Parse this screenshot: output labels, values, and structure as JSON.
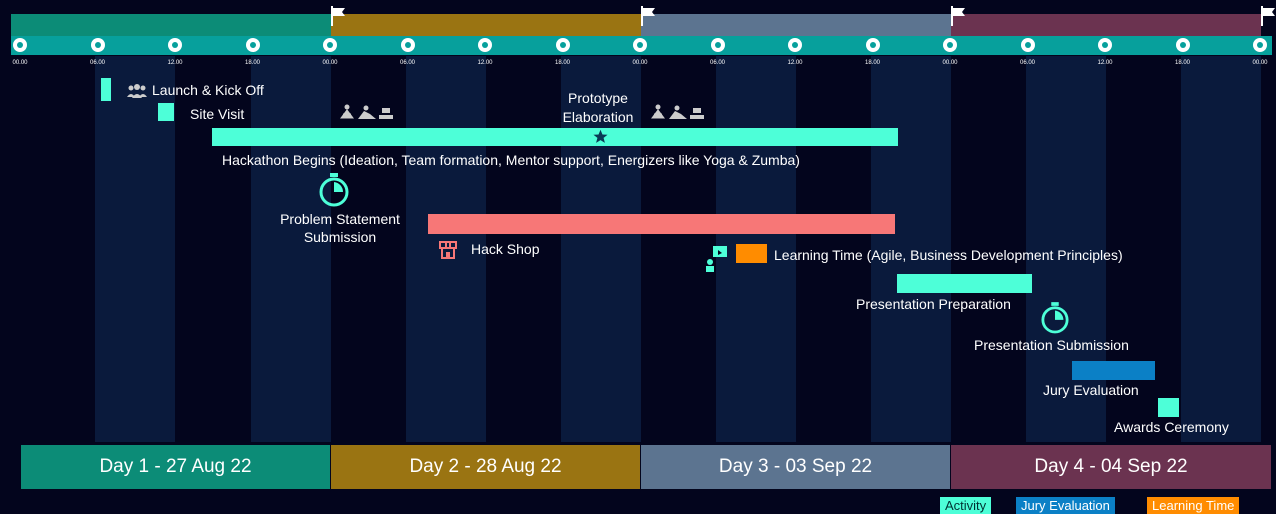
{
  "colors": {
    "background": "#03051d",
    "activity": "#4dffd8",
    "jury": "#0b80c6",
    "learning": "#ff8c00",
    "hackshop": "#f77777",
    "day1": "#0c8c77",
    "day2": "#9a7412",
    "day3": "#5c7490",
    "day4": "#6b3350"
  },
  "time_ticks": [
    "00.00",
    "06.00",
    "12.00",
    "18.00",
    "00.00",
    "06.00",
    "12.00",
    "18.00",
    "00.00",
    "06.00",
    "12.00",
    "18.00",
    "00.00",
    "06.00",
    "12.00",
    "18.00",
    "00.00"
  ],
  "events": {
    "launch": "Launch & Kick Off",
    "site_visit": "Site Visit",
    "prototype": "Prototype\nElaboration",
    "hackathon": "Hackathon Begins (Ideation, Team formation, Mentor support, Energizers like Yoga & Zumba)",
    "problem_statement": "Problem Statement\nSubmission",
    "hack_shop": "Hack Shop",
    "learning_time": "Learning Time (Agile, Business Development Principles)",
    "presentation_prep": "Presentation Preparation",
    "presentation_sub": "Presentation Submission",
    "jury_eval": "Jury Evaluation",
    "awards": "Awards Ceremony"
  },
  "days": [
    "Day 1 - 27 Aug 22",
    "Day 2 - 28 Aug 22",
    "Day 3 - 03 Sep 22",
    "Day 4 - 04 Sep 22"
  ],
  "legend": [
    "Activity",
    "Jury Evaluation",
    "Learning Time"
  ]
}
